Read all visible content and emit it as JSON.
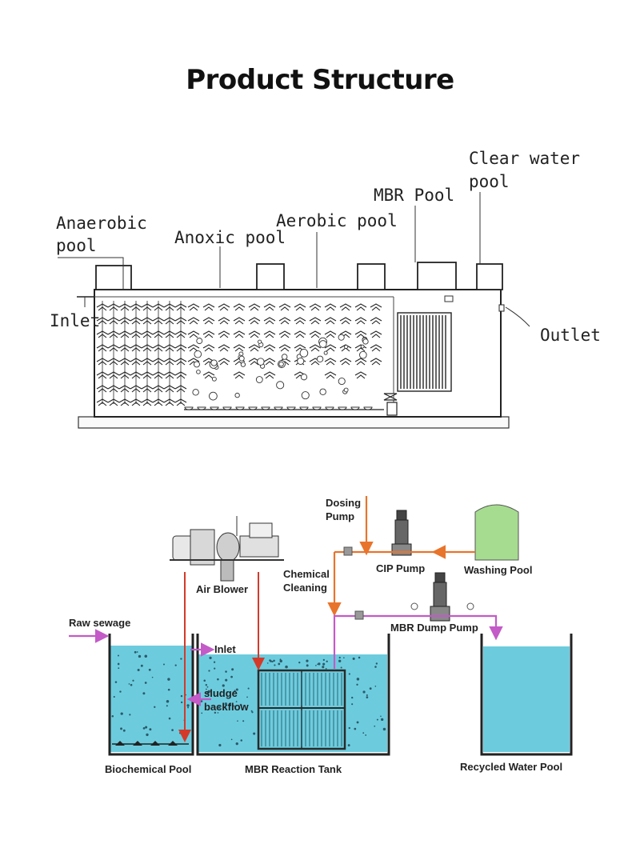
{
  "title": "Product Structure",
  "structure_labels": {
    "anaerobic": [
      "Anaerobic",
      "pool"
    ],
    "anoxic": "Anoxic pool",
    "aerobic": "Aerobic pool",
    "mbr_pool": "MBR Pool",
    "clear_water": [
      "Clear water",
      "pool"
    ],
    "inlet": "Inlet",
    "outlet": "Outlet"
  },
  "process_labels": {
    "dosing_pump": [
      "Dosing",
      "Pump"
    ],
    "cip_pump": "CIP Pump",
    "washing_pool": "Washing Pool",
    "air_blower": "Air Blower",
    "chemical_cleaning": [
      "Chemical",
      "Cleaning"
    ],
    "mbr_dump_pump": "MBR Dump Pump",
    "raw_sewage": "Raw sewage",
    "inlet": "Inlet",
    "sludge_backflow": [
      "sludge",
      "backflow"
    ],
    "biochemical_pool": "Biochemical Pool",
    "mbr_reaction_tank": "MBR Reaction Tank",
    "recycled_water_pool": "Recycled Water Pool"
  },
  "colors": {
    "water": "#6cccde",
    "chemical_line": "#e8742c",
    "water_line": "#c35ac8",
    "washing_tank": "#a6dc90"
  }
}
